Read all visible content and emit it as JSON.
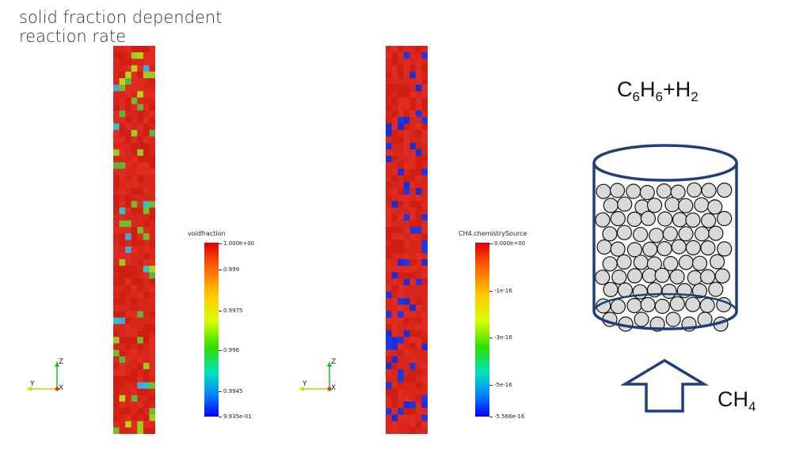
{
  "title": {
    "line1": "solid fraction dependent",
    "line2": "reaction rate"
  },
  "panels": [
    {
      "name": "voidfraction",
      "colorbar": {
        "title": "voidfraction",
        "ticks": [
          "1.000e+00",
          "0.999",
          "0.9975",
          "0.996",
          "0.9945",
          "9.935e-01"
        ],
        "colors": [
          "#e00000",
          "#ff6a00",
          "#ffc800",
          "#d8ff00",
          "#33dd00",
          "#00e0c0",
          "#0080ff",
          "#0000ff"
        ]
      },
      "axes": {
        "z": "Z",
        "y": "Y",
        "x": "X"
      },
      "column_colors": {
        "base": "#d9261c",
        "accents": [
          "#6fbf2a",
          "#9ccc1e",
          "#5fb53c",
          "#2ec4c7",
          "#4aa6d9",
          "#b8d214"
        ]
      }
    },
    {
      "name": "CH4.chemistrySource",
      "colorbar": {
        "title": "CH4.chemistrySource",
        "ticks": [
          "0.000e+00",
          "-1e-16",
          "-3e-16",
          "-5e-16",
          "-5.566e-16"
        ],
        "colors": [
          "#e00000",
          "#ff6a00",
          "#ffc800",
          "#d8ff00",
          "#33dd00",
          "#00e0c0",
          "#0080ff",
          "#0000ff"
        ]
      },
      "axes": {
        "z": "Z",
        "y": "Y",
        "x": "X"
      },
      "column_colors": {
        "base": "#d9261c",
        "accents": [
          "#1a2ed6",
          "#2236e0"
        ]
      }
    }
  ],
  "reactor": {
    "product": {
      "a": "C",
      "a_sub": "6",
      "b": "H",
      "b_sub": "6",
      "plus": "+",
      "c": "H",
      "c_sub": "2"
    },
    "feed": {
      "a": "CH",
      "a_sub": "4"
    },
    "outline_color": "#1d3f7a",
    "particle_color": "#d9d9d9"
  }
}
